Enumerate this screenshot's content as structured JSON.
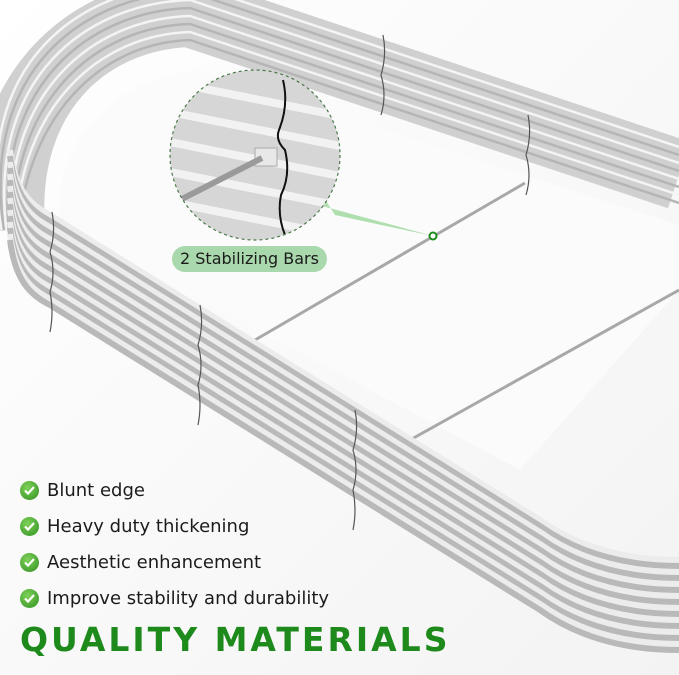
{
  "callout": {
    "label": "2 Stabilizing Bars"
  },
  "features": [
    {
      "label": "Blunt edge",
      "icon": "check-circle-icon"
    },
    {
      "label": "Heavy duty thickening",
      "icon": "check-circle-icon"
    },
    {
      "label": "Aesthetic enhancement",
      "icon": "check-circle-icon"
    },
    {
      "label": "Improve stability and durability",
      "icon": "check-circle-icon"
    }
  ],
  "title": "QUALITY MATERIALS",
  "colors": {
    "accent_green": "#1e8a1c",
    "callout_bg": "#a9d8ac",
    "metal": "#c9c9c9"
  }
}
